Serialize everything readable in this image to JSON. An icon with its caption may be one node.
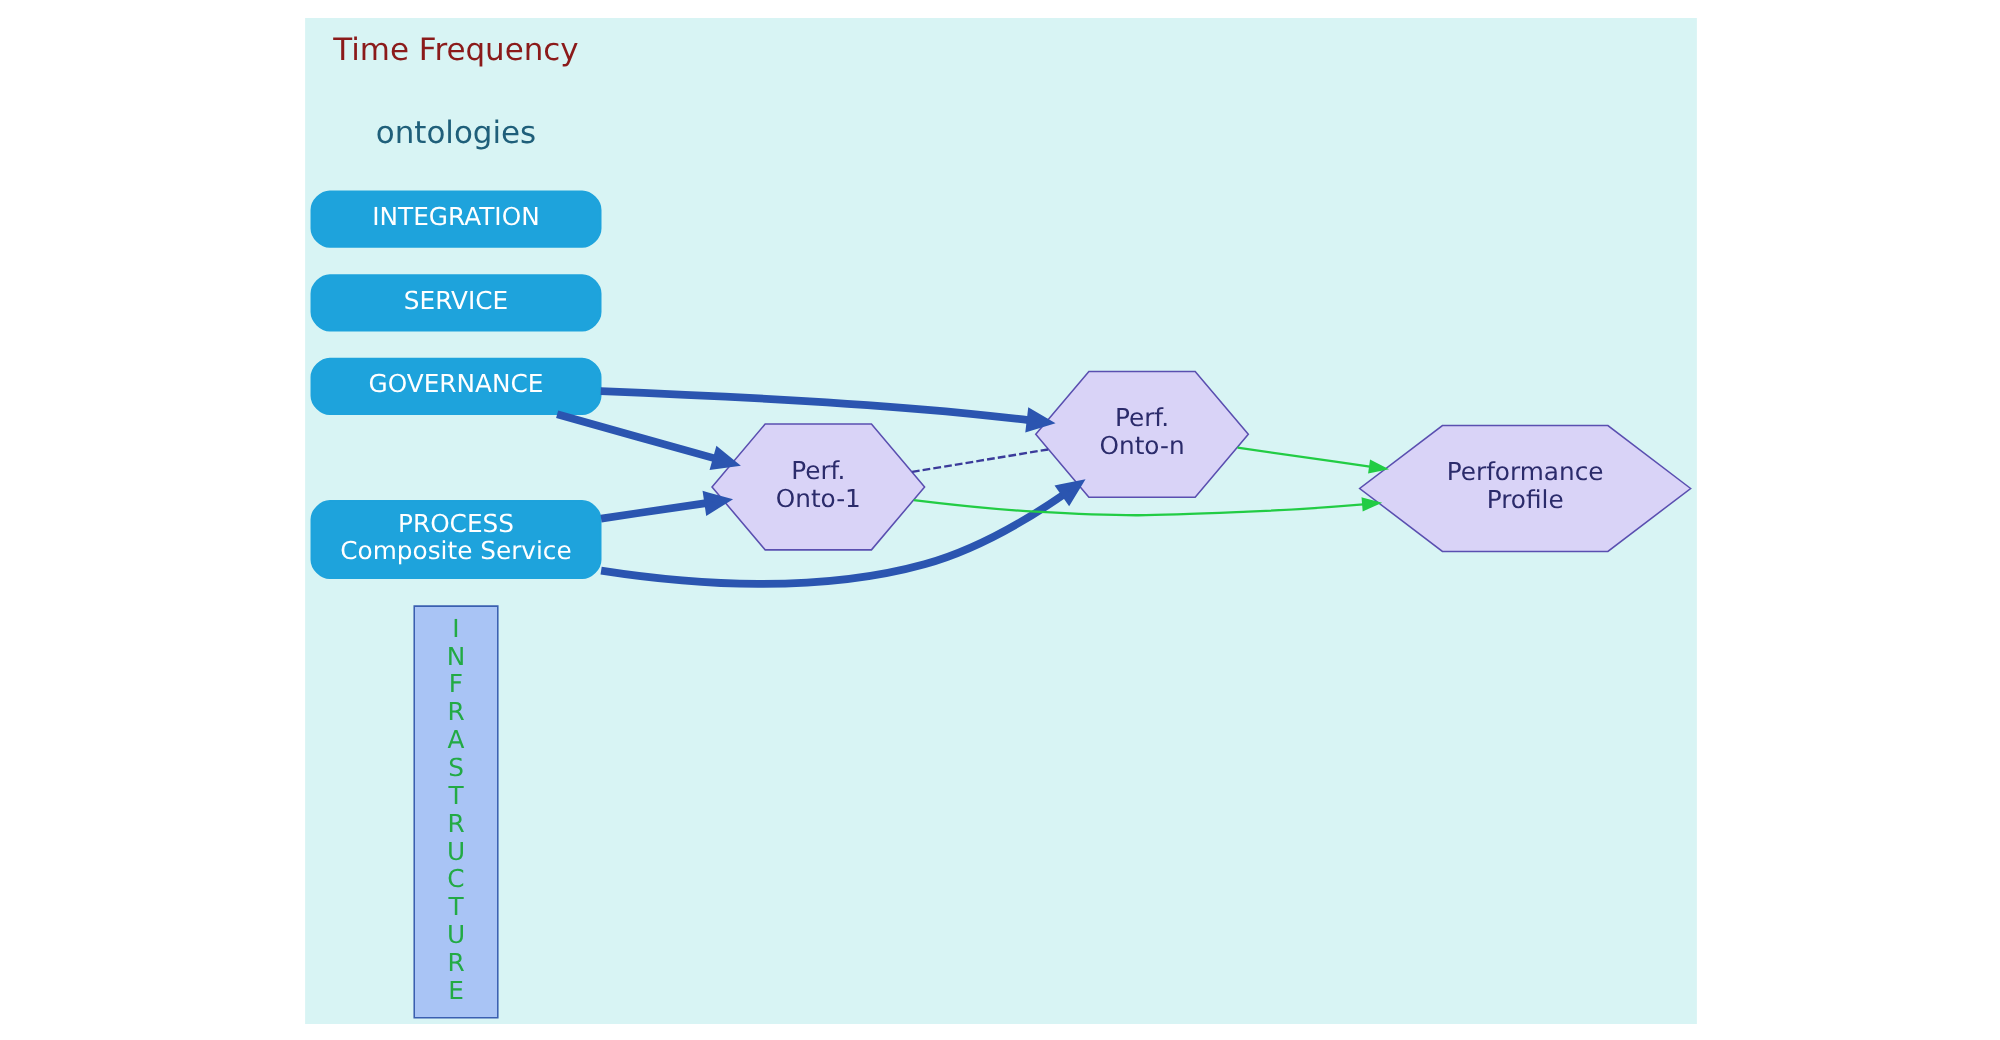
{
  "diagram": {
    "nodes": [
      {
        "text": [
          "INFRASTRUCTURE"
        ]
      },
      {
        "text": [
          "PROCESS",
          "Composite Service"
        ]
      },
      {
        "text": [
          "SERVICE"
        ]
      },
      {
        "text": [
          "INTEGRATION"
        ]
      },
      {
        "text": [
          "GOVERNANCE"
        ]
      },
      {
        "text": [
          "Perf. Onto-1"
        ]
      },
      {
        "text": [
          "Perf. Onto-n"
        ]
      },
      {
        "text": [
          "Performance Profile"
        ]
      }
    ],
    "edges": [
      {
        "from": 1,
        "to": 5,
        "arrow": "to"
      },
      {
        "from": 1,
        "to": 6,
        "arrow": "to"
      },
      {
        "from": 4,
        "to": 5,
        "arrow": "to"
      },
      {
        "from": 4,
        "to": 6,
        "arrow": "to"
      },
      {
        "from": 5,
        "to": 6,
        "arrow": "none",
        "style": "dashed",
        "color": "#3b3b9a"
      },
      {
        "from": 5,
        "to": 7,
        "arrow": "to",
        "color": "#22cc44"
      },
      {
        "from": 6,
        "to": 7,
        "arrow": "to",
        "color": "#22cc44"
      }
    ],
    "labels": [
      "ontologies",
      "Time Frequency"
    ]
  }
}
